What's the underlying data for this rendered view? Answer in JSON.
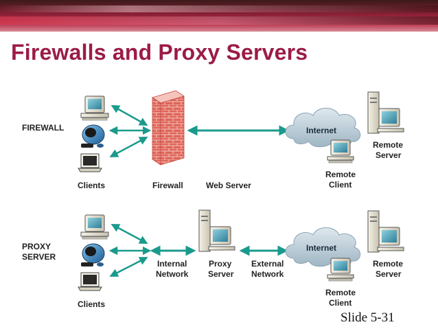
{
  "slide": {
    "title": "Firewalls and Proxy Servers",
    "slide_number": "Slide 5-31"
  },
  "firewall_row": {
    "row_label": "FIREWALL",
    "clients_label": "Clients",
    "firewall_label": "Firewall",
    "web_server_label": "Web Server",
    "internet_label": "Internet",
    "remote_server_label": [
      "Remote",
      "Server"
    ],
    "remote_client_label": [
      "Remote",
      "Client"
    ]
  },
  "proxy_row": {
    "row_label": [
      "PROXY",
      "SERVER"
    ],
    "clients_label": "Clients",
    "internal_network_label": [
      "Internal",
      "Network"
    ],
    "proxy_server_label": [
      "Proxy",
      "Server"
    ],
    "external_network_label": [
      "External",
      "Network"
    ],
    "internet_label": "Internet",
    "remote_server_label": [
      "Remote",
      "Server"
    ],
    "remote_client_label": [
      "Remote",
      "Client"
    ]
  },
  "colors": {
    "title": "#9b1c46",
    "arrow": "#1a9a8c",
    "brick": "#d9524a",
    "cloud": "#b9cbd6"
  }
}
